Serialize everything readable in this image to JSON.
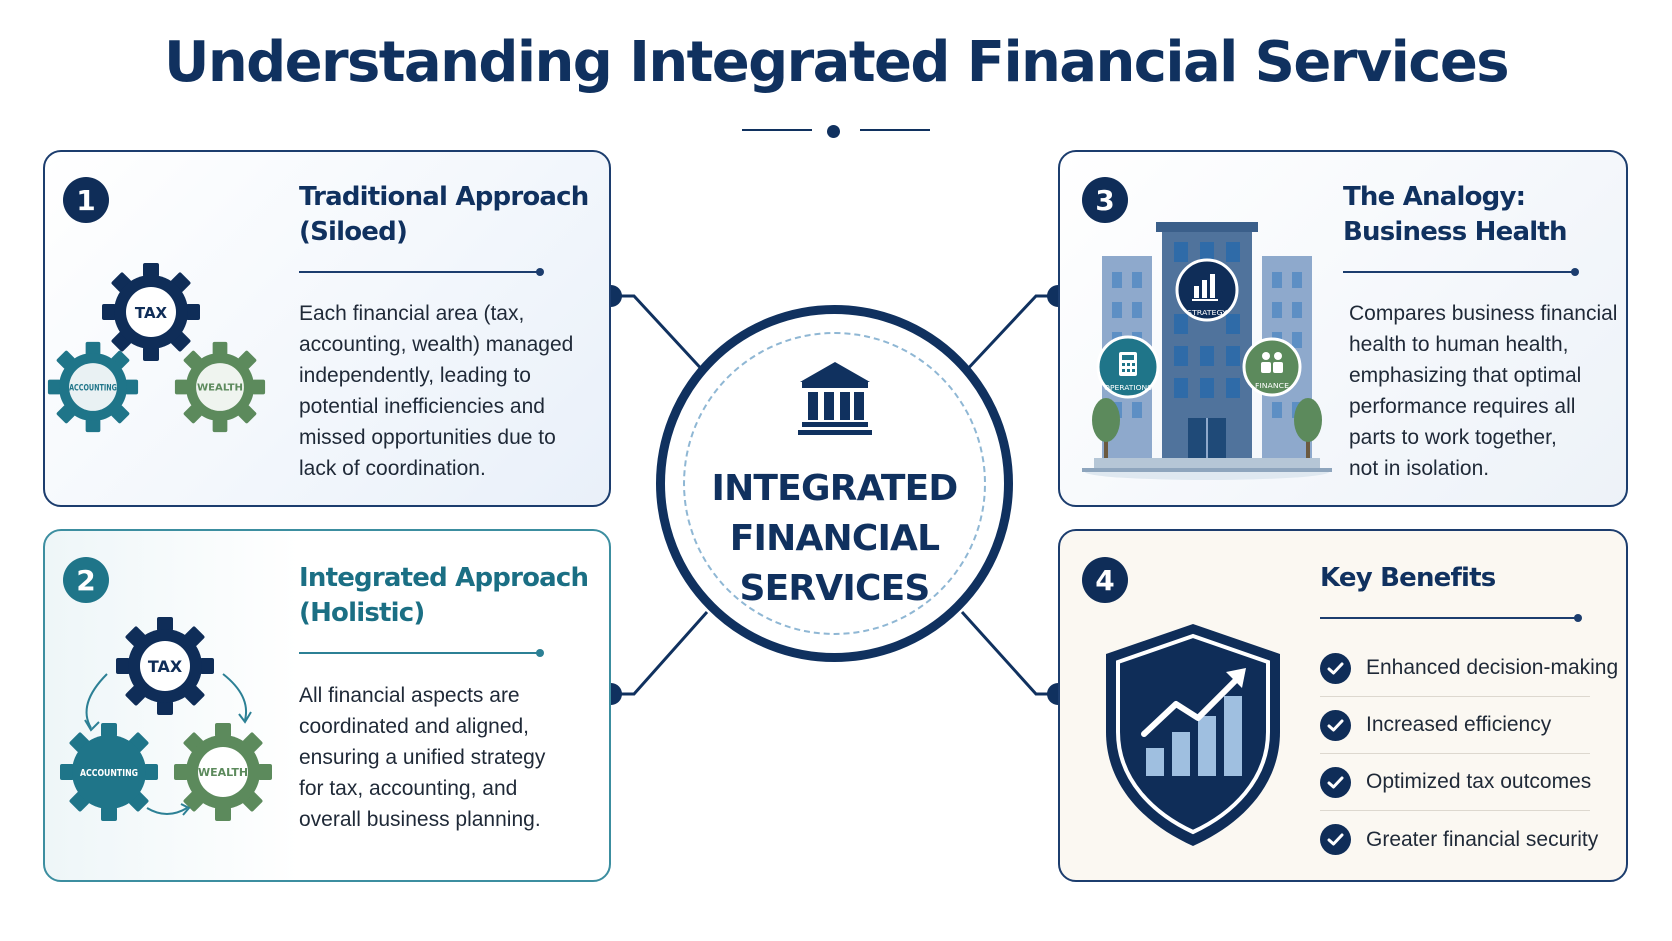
{
  "title": "Understanding Integrated Financial Services",
  "colors": {
    "navy": "#10315f",
    "teal": "#1f7589",
    "green": "#5c8a5c",
    "light_blue": "#8fb7d4"
  },
  "hub": {
    "icon": "bank-building-icon",
    "label": "INTEGRATED\nFINANCIAL\nSERVICES"
  },
  "sections": [
    {
      "number": "1",
      "title": "Traditional Approach\n(Siloed)",
      "description": "Each financial area (tax,\naccounting, wealth) managed\nindependently, leading to\npotential inefficiencies and\nmissed opportunities due to\nlack of coordination.",
      "gears": [
        "TAX",
        "ACCOUNTING",
        "WEALTH"
      ]
    },
    {
      "number": "2",
      "title": "Integrated Approach\n(Holistic)",
      "description": "All financial aspects are\ncoordinated and aligned,\nensuring a unified strategy\nfor tax, accounting, and\noverall business planning.",
      "gears": [
        "TAX",
        "ACCOUNTING",
        "WEALTH"
      ]
    },
    {
      "number": "3",
      "title": "The Analogy:\nBusiness Health",
      "description": "Compares business financial\nhealth to human health,\nemphasizing that optimal\nperformance requires all\nparts to work together,\nnot in isolation.",
      "building_labels": [
        "STRATEGY",
        "OPERATIONS",
        "FINANCE"
      ]
    },
    {
      "number": "4",
      "title": "Key Benefits",
      "icon": "shield-growth-chart-icon",
      "benefits": [
        "Enhanced decision-making",
        "Increased efficiency",
        "Optimized tax outcomes",
        "Greater financial security"
      ]
    }
  ]
}
